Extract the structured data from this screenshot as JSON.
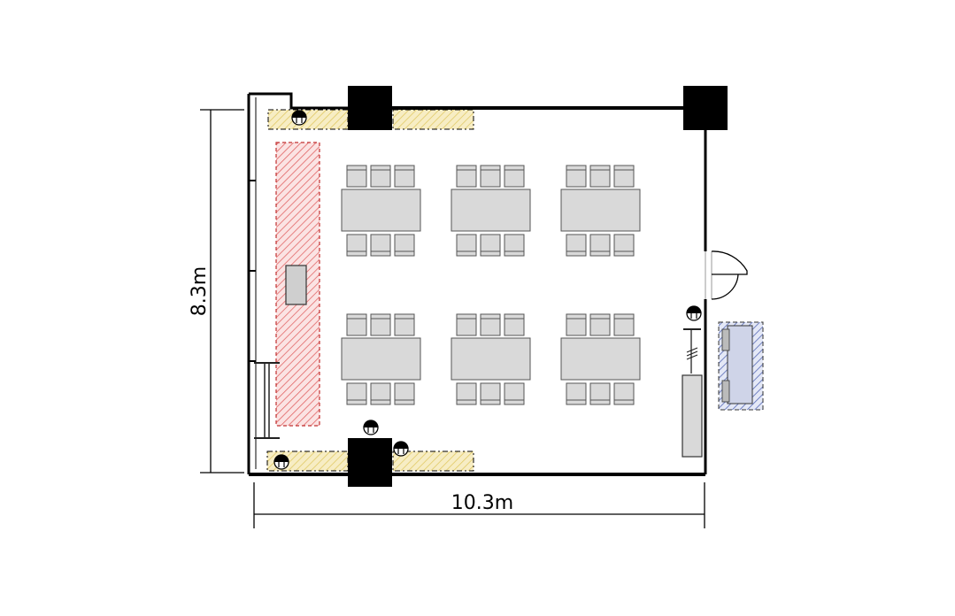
{
  "dimensions": {
    "height_label": "8.3m",
    "width_label": "10.3m"
  },
  "layout": {
    "table_groups": 6,
    "chairs_per_side": 3
  },
  "colors": {
    "wall": "#000000",
    "table_fill": "#d9d9d9",
    "table_stroke": "#555555",
    "yellow_zone": "#f7e9b0",
    "red_zone": "#e06060",
    "blue_zone": "#4a5fb0"
  }
}
